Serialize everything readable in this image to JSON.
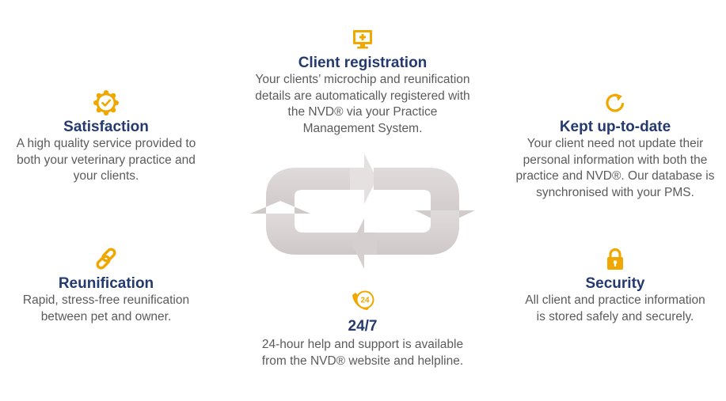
{
  "accent_color": "#f0a800",
  "heading_color": "#243a6e",
  "arrow_color": "#d8d2d2",
  "features": {
    "client_registration": {
      "icon": "monitor-plus-icon",
      "title": "Client registration",
      "line1": "Your clients’ microchip and reunification",
      "line2": "details are automatically registered with",
      "line3": "the NVD® via your Practice",
      "line4": "Management System."
    },
    "satisfaction": {
      "icon": "badge-check-icon",
      "title": "Satisfaction",
      "line1": "A high quality service provided to",
      "line2": "both your veterinary practice and",
      "line3": "your clients."
    },
    "kept_up_to_date": {
      "icon": "refresh-icon",
      "title": "Kept up-to-date",
      "line1": "Your client need not update their",
      "line2": "personal information with both the",
      "line3": "practice and NVD®. Our database is",
      "line4": "synchronised with your PMS."
    },
    "reunification": {
      "icon": "link-icon",
      "title": "Reunification",
      "line1": "Rapid, stress-free reunification",
      "line2": "between pet and owner."
    },
    "security": {
      "icon": "padlock-icon",
      "title": "Security",
      "line1": "All client and practice information",
      "line2": "is stored safely and securely."
    },
    "support_247": {
      "icon": "phone-24-icon",
      "title": "24/7",
      "line1": "24-hour help and support is available",
      "line2": "from the NVD® website and helpline."
    }
  }
}
